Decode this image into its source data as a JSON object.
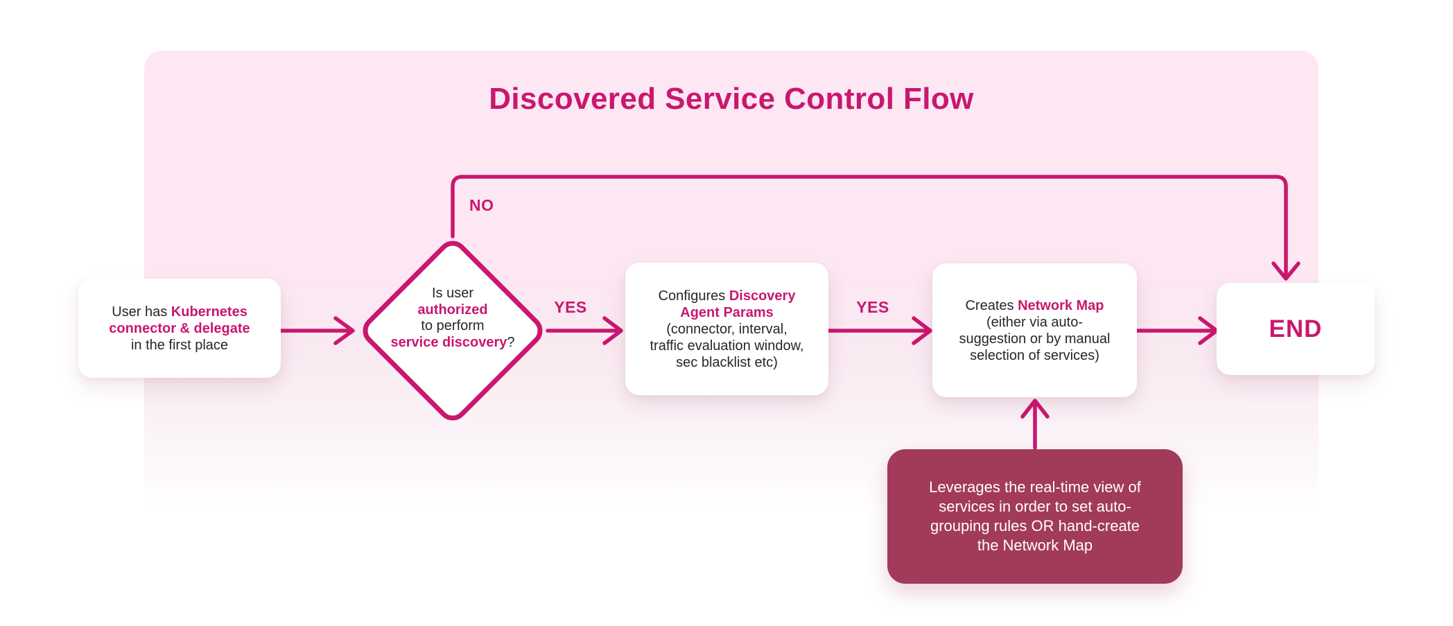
{
  "title": "Discovered Service Control Flow",
  "colors": {
    "accent": "#C9176F",
    "container_top": "#FCE7F3",
    "note_bg": "#A23A59",
    "text": "#26262B",
    "node_bg": "#FFFFFF"
  },
  "labels": {
    "no": "NO",
    "yes_decision": "YES",
    "yes_configure": "YES"
  },
  "nodes": {
    "start": {
      "l1a": "User has ",
      "l1b": "Kubernetes",
      "l2": "connector & delegate",
      "l3": "in the first place"
    },
    "decision": {
      "l1": "Is user",
      "l2": "authorized",
      "l3": "to perform",
      "l4a": "service discovery",
      "l4b": "?"
    },
    "configure": {
      "l1a": "Configures ",
      "l1b": "Discovery",
      "l2": "Agent Params",
      "l3": "(connector, interval,",
      "l4": "traffic evaluation window,",
      "l5": "sec blacklist etc)"
    },
    "create": {
      "l1a": "Creates ",
      "l1b": "Network Map",
      "l2": "(either via auto-",
      "l3": "suggestion or by manual",
      "l4": "selection of services)"
    },
    "end": {
      "label": "END"
    },
    "note": {
      "l1": "Leverages the real-time view of",
      "l2": "services in order to set auto-",
      "l3": "grouping rules OR hand-create",
      "l4": "the Network Map"
    }
  }
}
